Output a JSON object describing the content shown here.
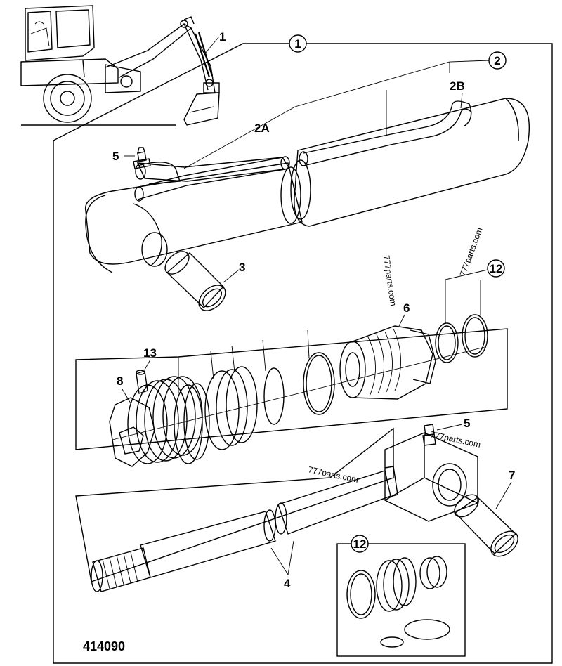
{
  "callouts": {
    "c1": "1",
    "c1_machine": "1",
    "c2": "2",
    "c2A": "2A",
    "c2B": "2B",
    "c3": "3",
    "c4": "4",
    "c5_top": "5",
    "c5_rod": "5",
    "c6": "6",
    "c7": "7",
    "c8": "8",
    "c12_top": "12",
    "c12_box": "12",
    "c13": "13"
  },
  "watermarks": {
    "w1": "777parts.com",
    "w2": "777parts.com",
    "w3": "777parts.com",
    "w4": "777parts.com"
  },
  "drawing_number": "414090"
}
